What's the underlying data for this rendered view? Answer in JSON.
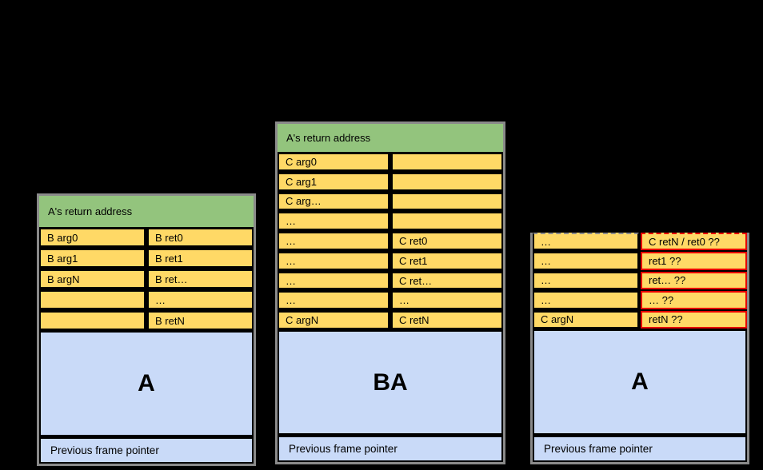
{
  "colors": {
    "background": "#000000",
    "return_address_green": "#93c47d",
    "slot_yellow": "#ffd966",
    "frame_blue": "#c9daf8",
    "highlight_red": "#e60000",
    "outer_frame_gray": "#8a8a8a",
    "cell_border_black": "#000000"
  },
  "diagrams": [
    {
      "id": "left",
      "header": "A's return address",
      "rows": [
        [
          "B arg0",
          "B ret0"
        ],
        [
          "B arg1",
          "B ret1"
        ],
        [
          "B argN",
          "B ret…"
        ],
        [
          "",
          "…"
        ],
        [
          "",
          "B retN"
        ]
      ],
      "frame_label": "A",
      "footer": "Previous frame pointer"
    },
    {
      "id": "middle",
      "header": "A's return address",
      "rows": [
        [
          "C arg0",
          ""
        ],
        [
          "C arg1",
          ""
        ],
        [
          "C arg…",
          ""
        ],
        [
          "…",
          ""
        ],
        [
          "…",
          "C ret0"
        ],
        [
          "…",
          "C ret1"
        ],
        [
          "…",
          "C ret…"
        ],
        [
          "…",
          "…"
        ],
        [
          "C argN",
          "C retN"
        ]
      ],
      "frame_label": "BA",
      "footer": "Previous frame pointer"
    },
    {
      "id": "right",
      "rows": [
        [
          "…",
          "C retN / ret0 ??"
        ],
        [
          "…",
          "ret1 ??"
        ],
        [
          "…",
          "ret… ??"
        ],
        [
          "…",
          "… ??"
        ],
        [
          "C argN",
          "retN ??"
        ]
      ],
      "frame_label": "A",
      "footer": "Previous frame pointer"
    }
  ]
}
